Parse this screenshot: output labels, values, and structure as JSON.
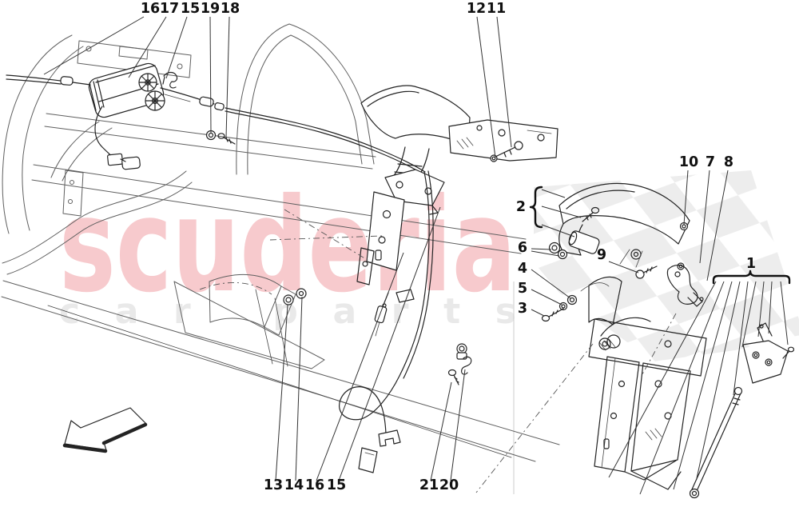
{
  "figure": {
    "type": "exploded-parts-diagram",
    "subject": "pedals and throttle control mechanism",
    "background_color": "#ffffff"
  },
  "watermark": {
    "brand_top": "scuderia",
    "brand_bottom": "car parts",
    "brand_top_color": "#f7cacd",
    "brand_bottom_color": "#e9e9e9",
    "pattern_color": "#ededed"
  },
  "colors": {
    "frame_line": "#5f5f5f",
    "part_line": "#232323",
    "annotation": "#111111"
  },
  "icons": {
    "direction_arrow": "arrow-southwest"
  },
  "callouts": [
    {
      "group": "motor-area",
      "label": "16"
    },
    {
      "group": "motor-area",
      "label": "17"
    },
    {
      "group": "motor-area",
      "label": "15"
    },
    {
      "group": "motor-area",
      "label": "19"
    },
    {
      "group": "motor-area",
      "label": "18"
    },
    {
      "group": "pedal-top",
      "label": "12"
    },
    {
      "group": "pedal-top",
      "label": "11"
    },
    {
      "group": "pedal-right",
      "label": "10"
    },
    {
      "group": "pedal-right",
      "label": "7"
    },
    {
      "group": "pedal-right",
      "label": "8"
    },
    {
      "group": "pedal-right",
      "label": "2"
    },
    {
      "group": "pedal-right",
      "label": "6"
    },
    {
      "group": "pedal-right",
      "label": "4"
    },
    {
      "group": "pedal-right",
      "label": "5"
    },
    {
      "group": "pedal-right",
      "label": "3"
    },
    {
      "group": "pedal-right",
      "label": "9"
    },
    {
      "group": "bracket-group",
      "label": "1"
    },
    {
      "group": "cable-bottom",
      "label": "13"
    },
    {
      "group": "cable-bottom",
      "label": "14"
    },
    {
      "group": "cable-bottom",
      "label": "16"
    },
    {
      "group": "cable-bottom",
      "label": "15"
    },
    {
      "group": "cable-end",
      "label": "21"
    },
    {
      "group": "cable-end",
      "label": "20"
    }
  ]
}
